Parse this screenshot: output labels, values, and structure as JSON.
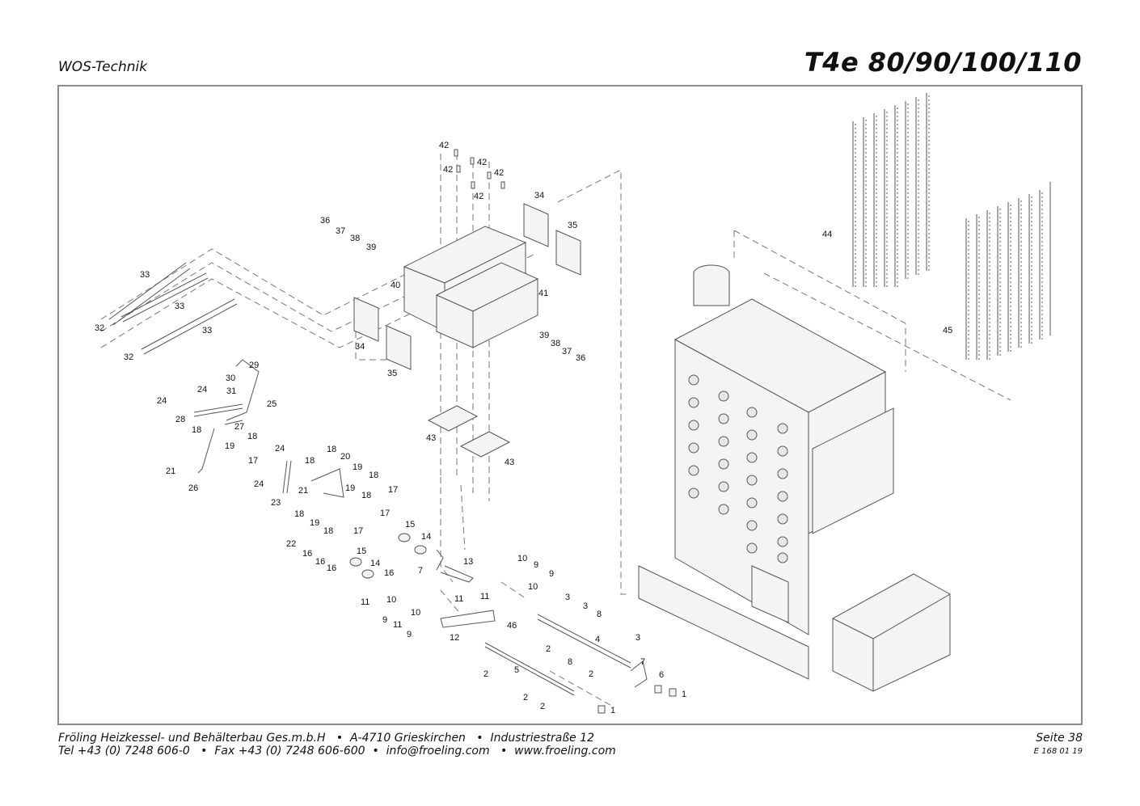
{
  "header": {
    "section": "WOS-Technik",
    "model": "T4e 80/90/100/110"
  },
  "footer": {
    "line1": "Fröling Heizkessel- und Behälterbau Ges.m.b.H   •  A-4710 Grieskirchen   •  Industriestraße 12",
    "line2": "Tel +43 (0) 7248 606-0   •  Fax +43 (0) 7248 606-600  •  info@froeling.com   •  www.froeling.com",
    "page": "Seite 38",
    "doc_code": "E 168 01 19"
  },
  "callouts": [
    {
      "label": "42"
    },
    {
      "label": "42"
    },
    {
      "label": "42"
    },
    {
      "label": "42"
    },
    {
      "label": "42"
    },
    {
      "label": "34"
    },
    {
      "label": "35"
    },
    {
      "label": "36"
    },
    {
      "label": "37"
    },
    {
      "label": "38"
    },
    {
      "label": "39"
    },
    {
      "label": "40"
    },
    {
      "label": "41"
    },
    {
      "label": "33"
    },
    {
      "label": "33"
    },
    {
      "label": "33"
    },
    {
      "label": "32"
    },
    {
      "label": "32"
    },
    {
      "label": "34"
    },
    {
      "label": "35"
    },
    {
      "label": "39"
    },
    {
      "label": "38"
    },
    {
      "label": "37"
    },
    {
      "label": "36"
    },
    {
      "label": "44"
    },
    {
      "label": "45"
    },
    {
      "label": "29"
    },
    {
      "label": "30"
    },
    {
      "label": "31"
    },
    {
      "label": "24"
    },
    {
      "label": "24"
    },
    {
      "label": "25"
    },
    {
      "label": "28"
    },
    {
      "label": "27"
    },
    {
      "label": "18"
    },
    {
      "label": "18"
    },
    {
      "label": "19"
    },
    {
      "label": "17"
    },
    {
      "label": "24"
    },
    {
      "label": "18"
    },
    {
      "label": "20"
    },
    {
      "label": "18"
    },
    {
      "label": "19"
    },
    {
      "label": "18"
    },
    {
      "label": "17"
    },
    {
      "label": "21"
    },
    {
      "label": "26"
    },
    {
      "label": "24"
    },
    {
      "label": "21"
    },
    {
      "label": "19"
    },
    {
      "label": "18"
    },
    {
      "label": "17"
    },
    {
      "label": "23"
    },
    {
      "label": "18"
    },
    {
      "label": "19"
    },
    {
      "label": "18"
    },
    {
      "label": "17"
    },
    {
      "label": "43"
    },
    {
      "label": "43"
    },
    {
      "label": "15"
    },
    {
      "label": "14"
    },
    {
      "label": "22"
    },
    {
      "label": "16"
    },
    {
      "label": "16"
    },
    {
      "label": "16"
    },
    {
      "label": "15"
    },
    {
      "label": "14"
    },
    {
      "label": "16"
    },
    {
      "label": "7"
    },
    {
      "label": "13"
    },
    {
      "label": "10"
    },
    {
      "label": "9"
    },
    {
      "label": "9"
    },
    {
      "label": "10"
    },
    {
      "label": "11"
    },
    {
      "label": "10"
    },
    {
      "label": "9"
    },
    {
      "label": "11"
    },
    {
      "label": "10"
    },
    {
      "label": "9"
    },
    {
      "label": "11"
    },
    {
      "label": "11"
    },
    {
      "label": "12"
    },
    {
      "label": "3"
    },
    {
      "label": "3"
    },
    {
      "label": "8"
    },
    {
      "label": "46"
    },
    {
      "label": "4"
    },
    {
      "label": "3"
    },
    {
      "label": "2"
    },
    {
      "label": "8"
    },
    {
      "label": "2"
    },
    {
      "label": "7"
    },
    {
      "label": "2"
    },
    {
      "label": "5"
    },
    {
      "label": "6"
    },
    {
      "label": "1"
    },
    {
      "label": "2"
    },
    {
      "label": "2"
    },
    {
      "label": "1"
    }
  ]
}
